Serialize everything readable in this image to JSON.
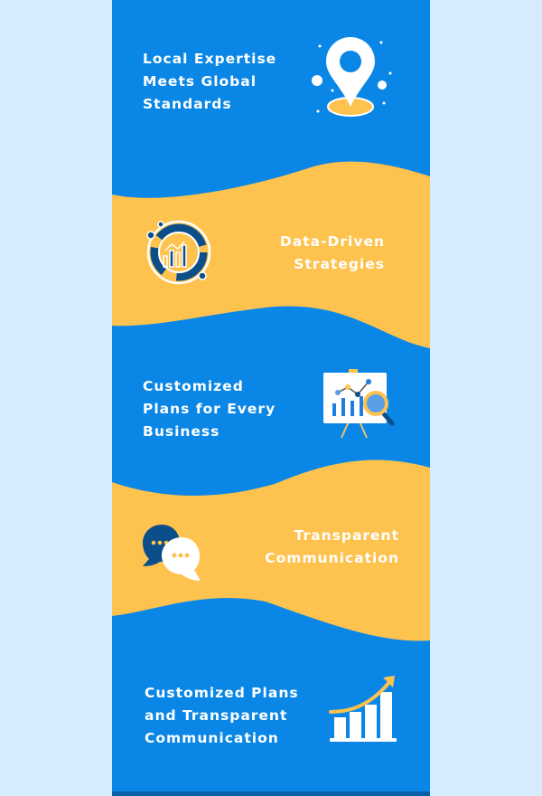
{
  "colors": {
    "blue": "#0a87e6",
    "yellow": "#fec24f",
    "navy": "#0b4f8a",
    "background": "#d6ebfb"
  },
  "sections": [
    {
      "text": "Local Expertise\nMeets Global\nStandards",
      "icon": "location-pin-icon"
    },
    {
      "text": "Data-Driven\nStrategies",
      "icon": "data-chart-icon"
    },
    {
      "text": "Customized\nPlans for Every\nBusiness",
      "icon": "presentation-board-icon"
    },
    {
      "text": "Transparent\nCommunication",
      "icon": "chat-bubbles-icon"
    },
    {
      "text": "Customized Plans\nand Transparent\nCommunication",
      "icon": "growth-chart-icon"
    }
  ]
}
